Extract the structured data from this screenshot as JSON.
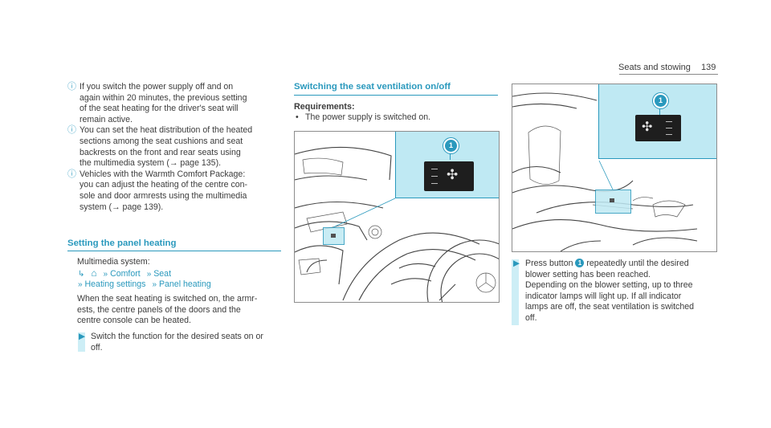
{
  "header": {
    "section": "Seats and stowing",
    "page_number": "139"
  },
  "colors": {
    "accent": "#2a99bd",
    "highlight": "#bfe9f3",
    "text": "#3c3c3c"
  },
  "col1": {
    "notes": [
      {
        "icon": "info-icon",
        "lines": [
          "If you switch the power supply off and on",
          "again within 20 minutes, the previous setting",
          "of the seat heating for the driver's seat will",
          "remain active."
        ]
      },
      {
        "icon": "info-icon",
        "lines": [
          "You can set the heat distribution of the heated",
          "sections among the seat cushions and seat",
          "backrests on the front and rear seats using",
          "the multimedia system (→ page 135)."
        ]
      },
      {
        "icon": "info-icon",
        "lines": [
          "Vehicles with the Warmth Comfort Package:",
          "you can adjust the heating of the centre con-",
          "sole and door armrests using the multimedia",
          "system (→ page 139)."
        ]
      }
    ],
    "section_title": "Setting the panel heating",
    "menu_label": "Multimedia system:",
    "menu_path": [
      "Comfort",
      "Seat",
      "Heating settings",
      "Panel heating"
    ],
    "body_lines": [
      "When the seat heating is switched on, the armr-",
      "ests, the centre panels of the doors and the",
      "centre console can be heated."
    ],
    "instruction_lines": [
      "Switch the function for the desired seats on or",
      "off."
    ]
  },
  "col2": {
    "section_title": "Switching the seat ventilation on/off",
    "requirements_title": "Requirements:",
    "requirements": [
      "The power supply is switched on."
    ],
    "callout": "1"
  },
  "col3": {
    "callout": "1",
    "instruction": {
      "lines": [
        "Press button",
        "repeatedly until the desired",
        "blower setting has been reached.",
        "Depending on the blower setting, up to three",
        "indicator lamps will light up. If all indicator",
        "lamps are off, the seat ventilation is switched",
        "off."
      ],
      "button_ref": "1"
    }
  }
}
